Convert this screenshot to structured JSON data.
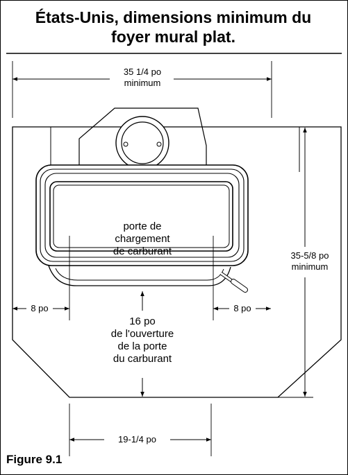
{
  "title": {
    "line1": "États-Unis, dimensions minimum du",
    "line2": "foyer mural plat."
  },
  "dimensions": {
    "top_width": "35 1/4 po",
    "top_width_note": "minimum",
    "height": "35-5/8 po",
    "height_note": "minimum",
    "left_side": "8 po",
    "right_side": "8 po",
    "door_clearance_l1": "16 po",
    "door_clearance_l2": "de l'ouverture",
    "door_clearance_l3": "de la porte",
    "door_clearance_l4": "du carburant",
    "bottom_width": "19-1/4 po"
  },
  "door_label": {
    "l1": "porte de",
    "l2": "chargement",
    "l3": "de carburant"
  },
  "figure_label": "Figure 9.1"
}
